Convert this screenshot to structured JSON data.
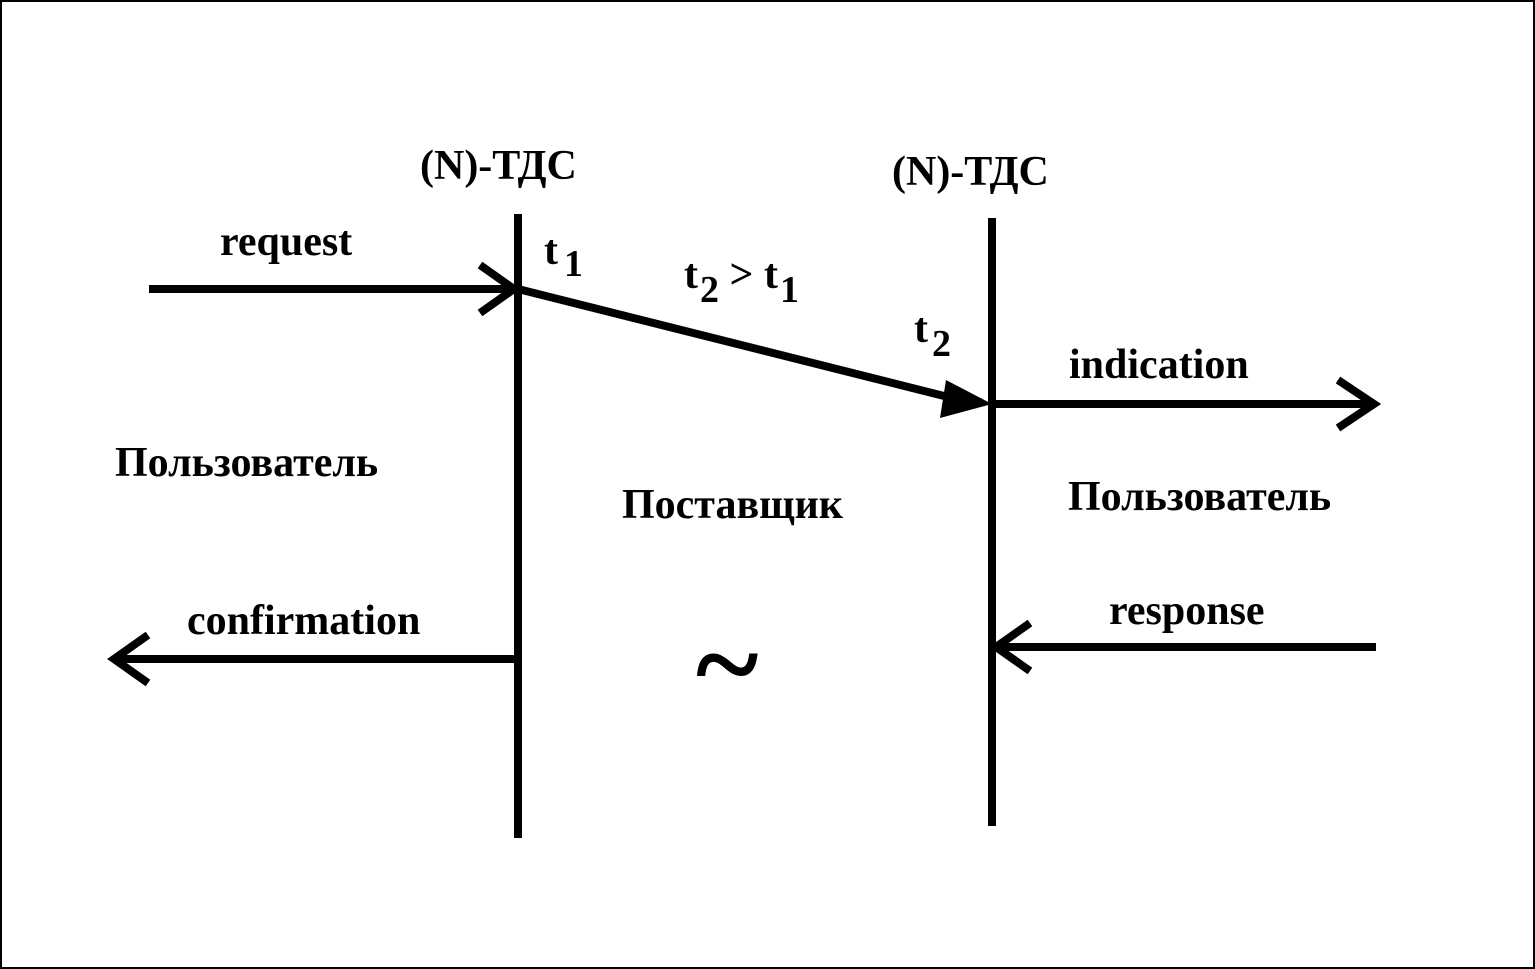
{
  "left_entity": {
    "title": "(N)-ТДС",
    "user_label": "Пользователь"
  },
  "right_entity": {
    "title": "(N)-ТДС",
    "user_label": "Пользователь"
  },
  "provider_label": "Поставщик",
  "provider_symbol": "~",
  "primitives": {
    "request": "request",
    "confirmation": "confirmation",
    "indication": "indication",
    "response": "response"
  },
  "times": {
    "t1": {
      "base": "t",
      "sub": "1"
    },
    "t2": {
      "base": "t",
      "sub": "2"
    },
    "relation": {
      "left_base": "t",
      "left_sub": "2",
      "op": " > ",
      "right_base": "t",
      "right_sub": "1"
    }
  },
  "colors": {
    "line": "#000000",
    "background": "#ffffff"
  }
}
